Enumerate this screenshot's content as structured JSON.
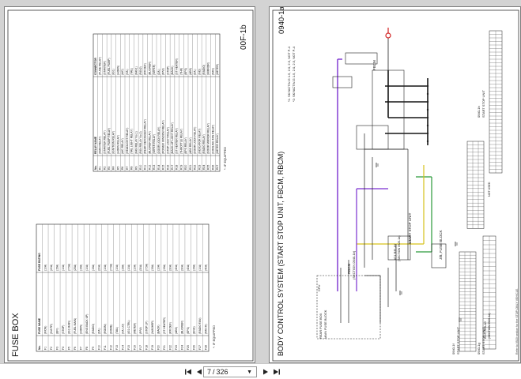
{
  "left_page": {
    "section_title": "FUSE BOX",
    "page_code": "00F-1b",
    "fuse_table": {
      "headers": [
        "No.",
        "FUSE NAME",
        "FUSE RATING"
      ],
      "rows": [
        [
          "F1",
          "(F/ON)",
          "(10A)"
        ],
        [
          "F2",
          "(INJ PR)",
          "(20A)"
        ],
        [
          "F3",
          "(EFI)",
          "(15A)"
        ],
        [
          "F4",
          "(STOP)",
          "(10A)"
        ],
        [
          "F5",
          "(IG1 MAIN)",
          "(7.5A)"
        ],
        [
          "F6",
          "(FUEL MAIN)",
          "(25A)"
        ],
        [
          "F7",
          "(HORN)",
          "(15A)"
        ],
        [
          "F8",
          "(ENG BACK UP)",
          "(10A)"
        ],
        [
          "F9",
          "(RADIO)",
          "(15A)"
        ],
        [
          "F10",
          "(D/L)",
          "(20A)"
        ],
        [
          "F11",
          "(ROOM)",
          "(10A)"
        ],
        [
          "F12",
          "(DOME)",
          "(7.5A)"
        ],
        [
          "F13",
          "(TAIL)",
          "(10A)"
        ],
        [
          "F14",
          "(H/L LO)",
          "(15A)"
        ],
        [
          "F15",
          "(IG1 CTRL)",
          "(10A)"
        ],
        [
          "F16",
          "(METER)",
          "(10A)"
        ],
        [
          "F17",
          "(P/W)",
          "(30A)"
        ],
        [
          "F18",
          "(STOP LP)",
          "(7.5A)"
        ],
        [
          "F19",
          "(WASHER)",
          "(15A)"
        ],
        [
          "F20",
          "(BACK)",
          "(10A)"
        ],
        [
          "F21",
          "(ST HEATER)",
          "(15A)"
        ],
        [
          "F22",
          "(RR DEF)",
          "(30A)"
        ],
        [
          "F23",
          "(ABS)",
          "(40A)"
        ],
        [
          "F24",
          "(BLOWER)",
          "(30A)"
        ],
        [
          "F25",
          "(EPS)",
          "(40A)"
        ],
        [
          "F26",
          "(ENG)",
          "(15A)"
        ],
        [
          "F27",
          "(RADIO FAN)",
          "(10A)"
        ],
        [
          "F28",
          "(FAN M)",
          "(40A)"
        ]
      ],
      "footnote": "*: IF EQUIPPED"
    },
    "relay_table": {
      "headers": [
        "No.",
        "RELAY NAME",
        "CONNECTOR"
      ],
      "rows": [
        [
          "R1",
          "(MAIN RELAY)",
          "(FUSE RELAY)"
        ],
        [
          "R2",
          "(STARTER RELAY)",
          "(STARTER)"
        ],
        [
          "R3",
          "(FUEL PUMP RELAY)",
          "(FUEL PUMP)"
        ],
        [
          "R4",
          "(IGNITION RELAY)",
          "(IG1)"
        ],
        [
          "R5",
          "(HORN RELAY)",
          "(HORN)"
        ],
        [
          "R6",
          "(A/C RELAY)",
          "(A/C)"
        ],
        [
          "R7",
          "(HEADLIGHT RELAY)",
          "(H/L)"
        ],
        [
          "R8",
          "(TAIL LIGHT RELAY)",
          "(TAIL)"
        ],
        [
          "R9",
          "(FAN RELAY No.1)",
          "(FAN1)"
        ],
        [
          "R10",
          "(FAN RELAY No.2)",
          "(FAN2)"
        ],
        [
          "R11",
          "(REAR DEFOGGER RELAY)",
          "(RR DEF)"
        ],
        [
          "R12",
          "(BLOWER RELAY)",
          "(BLOWER)"
        ],
        [
          "R13",
          "(WIPER RELAY)",
          "(WIPER)"
        ],
        [
          "R14",
          "(DOOR LOCK RELAY)",
          "(D/L)"
        ],
        [
          "R15",
          "(POWER WINDOW RELAY)",
          "(P/W)"
        ],
        [
          "R16",
          "(STOP LIGHT RELAY)",
          "(STOP)"
        ],
        [
          "R17",
          "(BACK-UP LIGHT RELAY)",
          "(BACK)"
        ],
        [
          "R18",
          "(ST HEATER RELAY)",
          "(ST HEATER)"
        ],
        [
          "R19",
          "(THROTTLE RELAY)",
          "(THR)"
        ],
        [
          "R20",
          "(EPS RELAY)",
          "(EPS)"
        ],
        [
          "R21",
          "(ABS RELAY)",
          "(ABS)"
        ],
        [
          "R22",
          "(DOOR LOCK RELAY)",
          "(D/L)"
        ],
        [
          "R23",
          "(INDICATOR RELAY)",
          "(IND)"
        ],
        [
          "R24",
          "(RADIO RELAY)",
          "(RADIO)"
        ],
        [
          "R25",
          "(DOOR MIRROR RELAY)",
          "(MIRROR)"
        ],
        [
          "R26",
          "(COOLING FAN RELAY)",
          "(FAN)"
        ],
        [
          "R27",
          "(METER RELAY)",
          "(METER)"
        ]
      ],
      "footnote": "*: IF EQUIPPED"
    }
  },
  "right_page": {
    "title": "BODY CONTROL SYSTEM (START STOP UNIT, FBCM, RBCM)",
    "page_code": "0940-1a",
    "notes": [
      "*1: SKYACTIV-G 1.5, 2.0, 2.5, NOT P-4",
      "*2: SKYACTIV-G 1.5, 2.0, 2.5, NOT P-4"
    ],
    "units": {
      "start_stop_unit": "START STOP UNIT",
      "fbcm": "FBCM",
      "rbcm": "RBCM",
      "fbcm_section": "(SECTION 0940-1b)",
      "fuse_block": "J/B, FUSE BLOCK",
      "rear_fuse_box": "REAR FUSE BOX",
      "main_fuse_block": "MAIN FUSE BLOCK",
      "acc_relay": "ACC RELAY",
      "acc_relay_section": "(SECTION 0920-1a)",
      "ign_relay": "IG1 RELAY",
      "ign_relay_section": "(SECTION 0920-1a)",
      "cpu": "CPU",
      "not_used": "NOT USED"
    },
    "connector_tables": [
      {
        "id": "0940-1f",
        "label": "START STOP UNIT"
      },
      {
        "id": "0940-1g",
        "label": "START STOP UNIT"
      },
      {
        "id": "0940-1h",
        "label": "START STOP UNIT"
      }
    ],
    "side_caption": "Refer to 0920 section for the STOP-ONLY VEHICLE."
  },
  "toolbar": {
    "current_page": "7",
    "separator": "/",
    "total_pages": "326"
  },
  "colors": {
    "wire_purple": "#7a2fd0",
    "wire_green": "#2a9a3a",
    "wire_yellow": "#d6c21a",
    "wire_black": "#151515",
    "connector_red": "#d22020"
  }
}
